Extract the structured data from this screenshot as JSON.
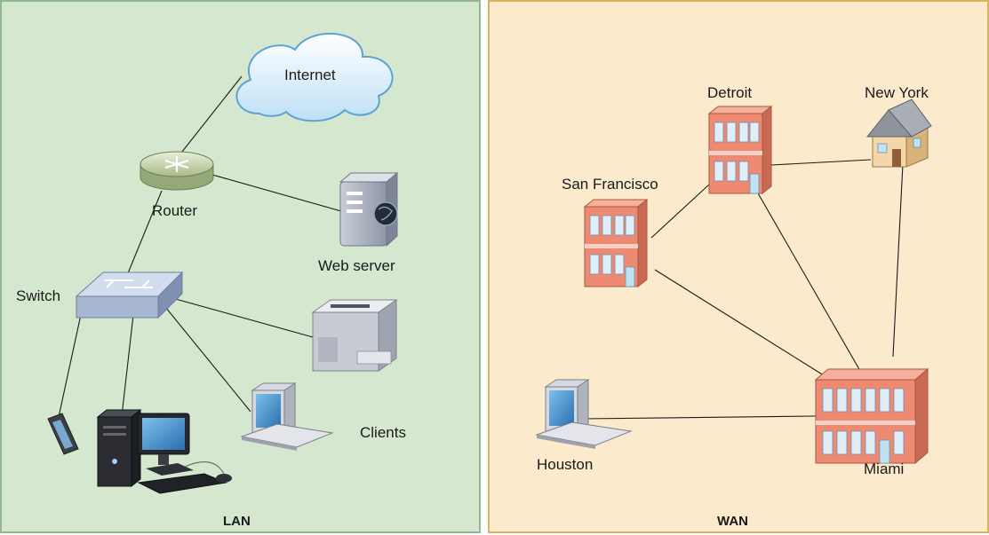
{
  "lan": {
    "title": "LAN",
    "internet": "Internet",
    "router": "Router",
    "web_server": "Web server",
    "switch": "Switch",
    "clients": "Clients"
  },
  "wan": {
    "title": "WAN",
    "detroit": "Detroit",
    "new_york": "New York",
    "san_francisco": "San Francisco",
    "houston": "Houston",
    "miami": "Miami"
  },
  "colors": {
    "lan_bg": "#d5e8cf",
    "lan_border": "#92b88d",
    "wan_bg": "#fbeacb",
    "wan_border": "#d7b45d",
    "building": "#ef8a72",
    "device": "#b7bfcc"
  }
}
